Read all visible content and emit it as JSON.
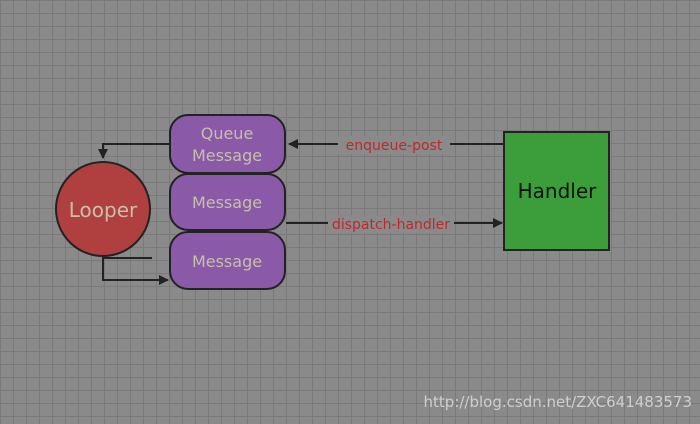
{
  "diagram": {
    "looper": {
      "label": "Looper"
    },
    "messages": [
      {
        "line1": "Queue",
        "line2": "Message"
      },
      {
        "label": "Message"
      },
      {
        "label": "Message"
      }
    ],
    "handler": {
      "label": "Handler"
    },
    "edges": {
      "enqueue": {
        "label": "enqueue-post"
      },
      "dispatch": {
        "label": "dispatch-handler"
      }
    },
    "watermark": "http://blog.csdn.net/ZXC641483573",
    "colors": {
      "looper_fill": "#b04040",
      "message_fill": "#8a5aa8",
      "handler_fill": "#3b9e3b",
      "edge_label": "#c0282c",
      "node_text": "#c8bfa8"
    }
  }
}
